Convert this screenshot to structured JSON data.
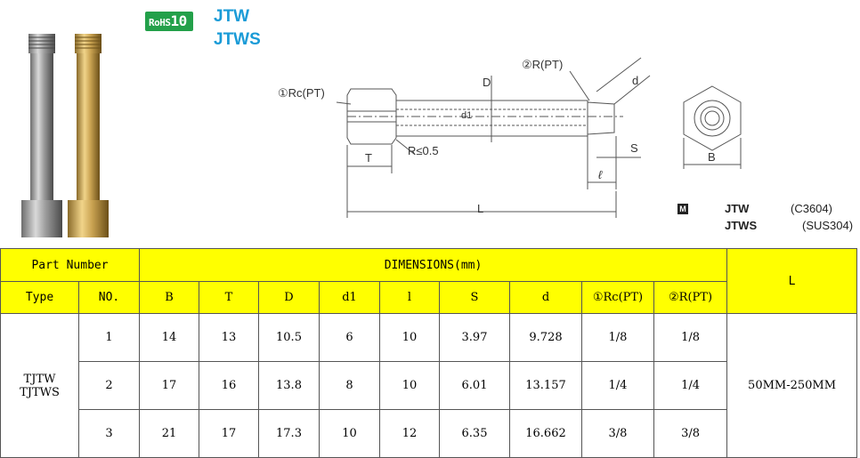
{
  "badge": {
    "prefix": "RoHS",
    "number": "10"
  },
  "models": [
    "JTW",
    "JTWS"
  ],
  "drawing_labels": {
    "rc": "①Rc(PT)",
    "r": "②R(PT)",
    "D": "D",
    "d1": "d1",
    "d": "d",
    "radius": "R≤0.5",
    "T": "T",
    "S": "S",
    "l": "ℓ",
    "L": "L",
    "B": "B"
  },
  "materials": {
    "icon": "M",
    "rows": [
      {
        "type": "JTW",
        "material": "(C3604)"
      },
      {
        "type": "JTWS",
        "material": "(SUS304)"
      }
    ]
  },
  "table": {
    "part_number_label": "Part Number",
    "dimensions_label": "DIMENSIONS(mm)",
    "L_header": "L",
    "type_header": "Type",
    "no_header": "NO.",
    "dim_headers": [
      "B",
      "T",
      "D",
      "d1",
      "l",
      "S",
      "d",
      "①Rc(PT)",
      "②R(PT)"
    ],
    "type_value_line1": "TJTW",
    "type_value_line2": "TJTWS",
    "L_value": "50MM-250MM",
    "rows": [
      {
        "no": "1",
        "values": [
          "14",
          "13",
          "10.5",
          "6",
          "10",
          "3.97",
          "9.728",
          "1/8",
          "1/8"
        ]
      },
      {
        "no": "2",
        "values": [
          "17",
          "16",
          "13.8",
          "8",
          "10",
          "6.01",
          "13.157",
          "1/4",
          "1/4"
        ]
      },
      {
        "no": "3",
        "values": [
          "21",
          "17",
          "17.3",
          "10",
          "12",
          "6.35",
          "16.662",
          "3/8",
          "3/8"
        ]
      }
    ]
  },
  "colors": {
    "header_bg": "#ffff00",
    "model_text": "#1a9bd7",
    "rohs_bg": "#23a04a"
  }
}
